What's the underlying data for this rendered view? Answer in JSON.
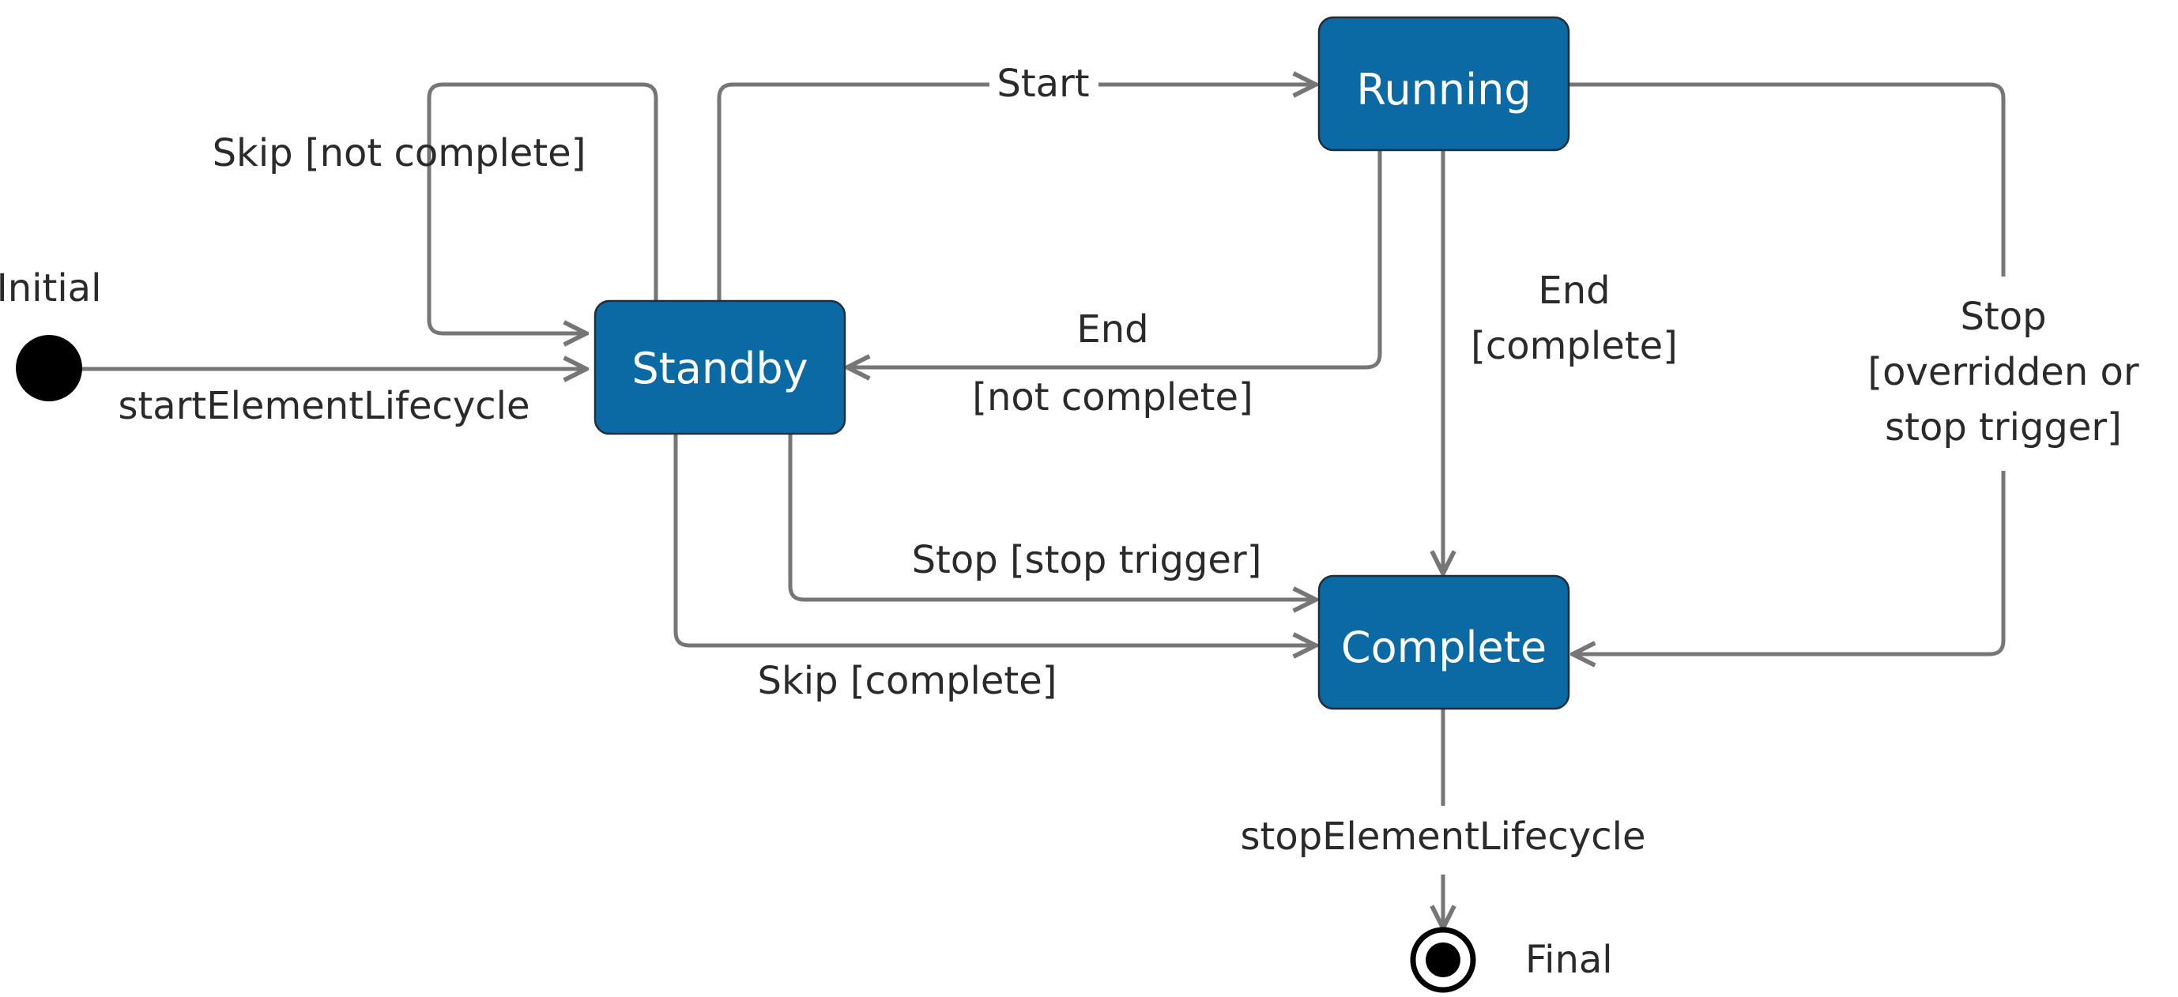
{
  "colors": {
    "state_fill": "#0B69A3",
    "state_text": "#FFFFFF",
    "edge": "#767676",
    "label_text": "#2A2A2A",
    "node": "#000000"
  },
  "nodes": {
    "initial": {
      "label": "Initial"
    },
    "final": {
      "label": "Final"
    },
    "standby": {
      "label": "Standby"
    },
    "running": {
      "label": "Running"
    },
    "complete": {
      "label": "Complete"
    }
  },
  "transitions": {
    "start_element_lifecycle": "startElementLifecycle",
    "skip_not_complete": "Skip [not complete]",
    "start": "Start",
    "end_not_complete": [
      "End",
      "[not complete]"
    ],
    "end_complete": [
      "End",
      "[complete]"
    ],
    "stop_overridden": [
      "Stop",
      "[overridden or",
      "stop trigger]"
    ],
    "stop_stop_trigger": "Stop [stop trigger]",
    "skip_complete": "Skip [complete]",
    "stop_element_lifecycle": "stopElementLifecycle"
  }
}
